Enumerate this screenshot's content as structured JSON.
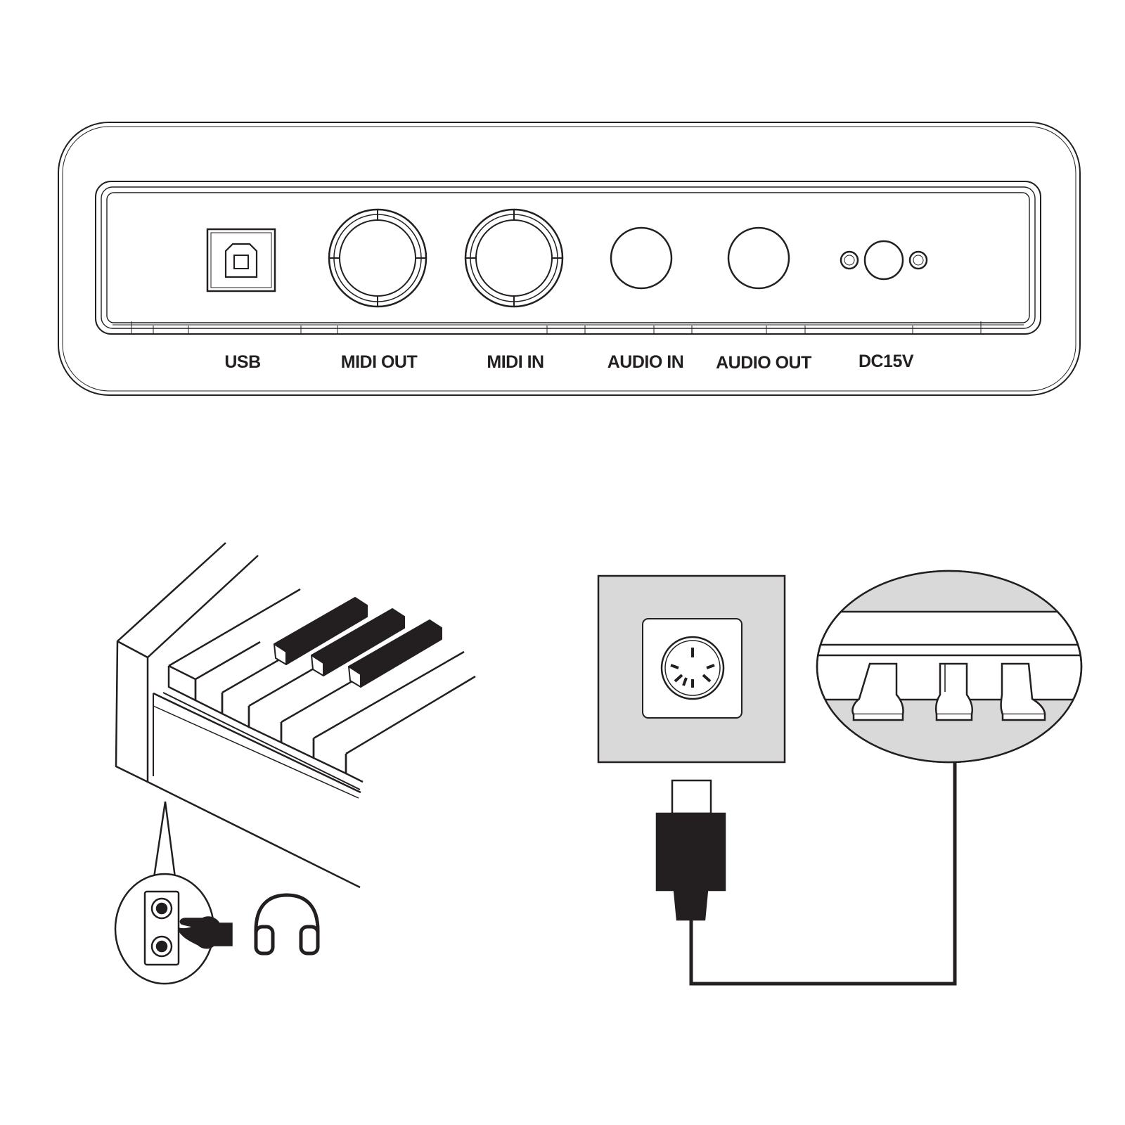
{
  "colors": {
    "ink": "#231f20",
    "panel_gray": "#d9d9d9",
    "background": "#ffffff"
  },
  "rear_panel": {
    "ports": [
      {
        "id": "usb",
        "label": "USB",
        "icon": "usb-b-port-icon"
      },
      {
        "id": "midi-out",
        "label": "MIDI OUT",
        "icon": "midi-din-port-icon"
      },
      {
        "id": "midi-in",
        "label": "MIDI IN",
        "icon": "midi-din-port-icon"
      },
      {
        "id": "audio-in",
        "label": "AUDIO IN",
        "icon": "audio-jack-port-icon"
      },
      {
        "id": "audio-out",
        "label": "AUDIO OUT",
        "icon": "audio-jack-port-icon"
      },
      {
        "id": "dc15v",
        "label": "DC15V",
        "icon": "dc-power-port-icon"
      }
    ]
  },
  "headphone_illustration": {
    "icons": [
      "piano-keyboard-icon",
      "headphone-jacks-icon",
      "pointing-hand-icon",
      "headphones-icon"
    ]
  },
  "pedal_illustration": {
    "icons": [
      "pedal-socket-icon",
      "pedal-plug-icon",
      "pedal-cable-icon",
      "pedals-icon"
    ],
    "pedal_count": 3
  }
}
